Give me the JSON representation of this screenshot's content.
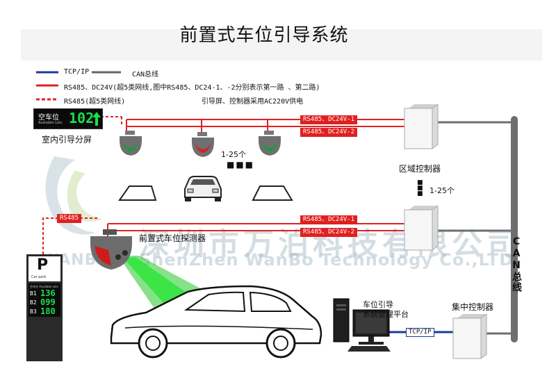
{
  "title": "前置式车位引导系统",
  "legend": {
    "tcp": "TCP/IP",
    "can": "CAN总线",
    "rs485": "RS485、DC24V(超5类网线,图中RS485、DC24-1、-2分别表示第一路 、第二路)",
    "rs485_dash": "RS485(超5类网线)",
    "power_note": "引导屏、控制器采用AC220V供电"
  },
  "indoor_screen": {
    "label_top": "空车位",
    "label_sub": "Available Lots",
    "count": "102",
    "caption": "室内引导分屏"
  },
  "tags": {
    "line1_top": "RS485、DC24V-1",
    "line2_top": "RS485、DC24V-2",
    "line1_bottom": "RS485、DC24V-1",
    "line2_bottom": "RS485、DC24V-2",
    "rs485_short": "RS485",
    "tcp_link": "TCP/IP"
  },
  "labels": {
    "detector_count": "1-25个",
    "controller_count": "1-25个",
    "zone_controller": "区域控制器",
    "front_detector": "前置式车位探测器",
    "central_controller": "集中控制器",
    "platform_line1": "车位引导",
    "platform_line2": "系统管理平台",
    "can_bus": "CAN总线"
  },
  "watermark": {
    "cn": "深圳市万泊科技有限公司",
    "en": "ShenZhen WanBo Technology Co.,LTD",
    "brand": "WANBO"
  },
  "outdoor_screen": {
    "p_letter": "P",
    "p_sub": "Car park",
    "header": "空车位  Available Lots",
    "rows": [
      {
        "floor": "B1",
        "count": "136"
      },
      {
        "floor": "B2",
        "count": "099"
      },
      {
        "floor": "B3",
        "count": "180"
      }
    ]
  },
  "colors": {
    "tcp": "#1a3a9a",
    "can": "#666666",
    "rs485": "#e02020",
    "display_green": "#19e04a",
    "beam_green": "#22cc22"
  },
  "icons": [
    "arrow-up-icon",
    "ellipsis-icon",
    "vertical-ellipsis-icon"
  ]
}
